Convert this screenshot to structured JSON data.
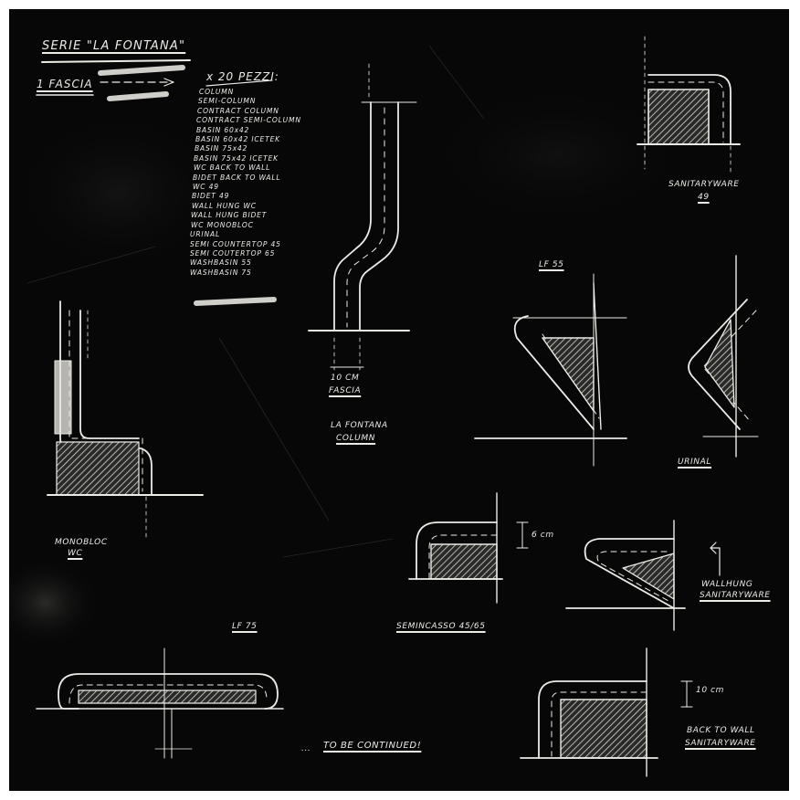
{
  "header": {
    "title": "SERIE \"LA FONTANA\"",
    "subtitle": "1 FASCIA",
    "pieces_heading": "x 20 PEZZI:"
  },
  "pieces": [
    "COLUMN",
    "SEMI-COLUMN",
    "CONTRACT COLUMN",
    "CONTRACT SEMI-COLUMN",
    "BASIN 60x42",
    "BASIN 60x42  ICETEK",
    "BASIN 75x42",
    "BASIN 75x42  ICETEK",
    "WC  BACK TO WALL",
    "BIDET BACK TO WALL",
    "WC 49",
    "BIDET 49",
    "WALL HUNG WC",
    "WALL HUNG BIDET",
    "WC MONOBLOC",
    "URINAL",
    "SEMI COUNTERTOP  45",
    "SEMI COUTERTOP  65",
    "WASHBASIN  55",
    "WASHBASIN  75"
  ],
  "labels": {
    "sanitaryware_49_a": "SANITARYWARE",
    "sanitaryware_49_b": "49",
    "lf55": "LF 55",
    "fascia_dim": "10 CM",
    "fascia": "FASCIA",
    "la_fontana": "LA FONTANA",
    "column": "COLUMN",
    "urinal": "URINAL",
    "monobloc": "MONOBLOC",
    "wc": "WC",
    "six_cm": "6 cm",
    "wallhung_a": "WALLHUNG",
    "wallhung_b": "SANITARYWARE",
    "semincasso": "SEMINCASSO 45/65",
    "lf75": "LF 75",
    "ten_cm": "10 cm",
    "back_a": "BACK TO WALL",
    "back_b": "SANITARYWARE",
    "continued_prefix": "...",
    "continued": "TO BE CONTINUED!"
  },
  "colors": {
    "board": "#070707",
    "chalk": "#ecebe6",
    "chalk_dim": "#9a9a96"
  }
}
